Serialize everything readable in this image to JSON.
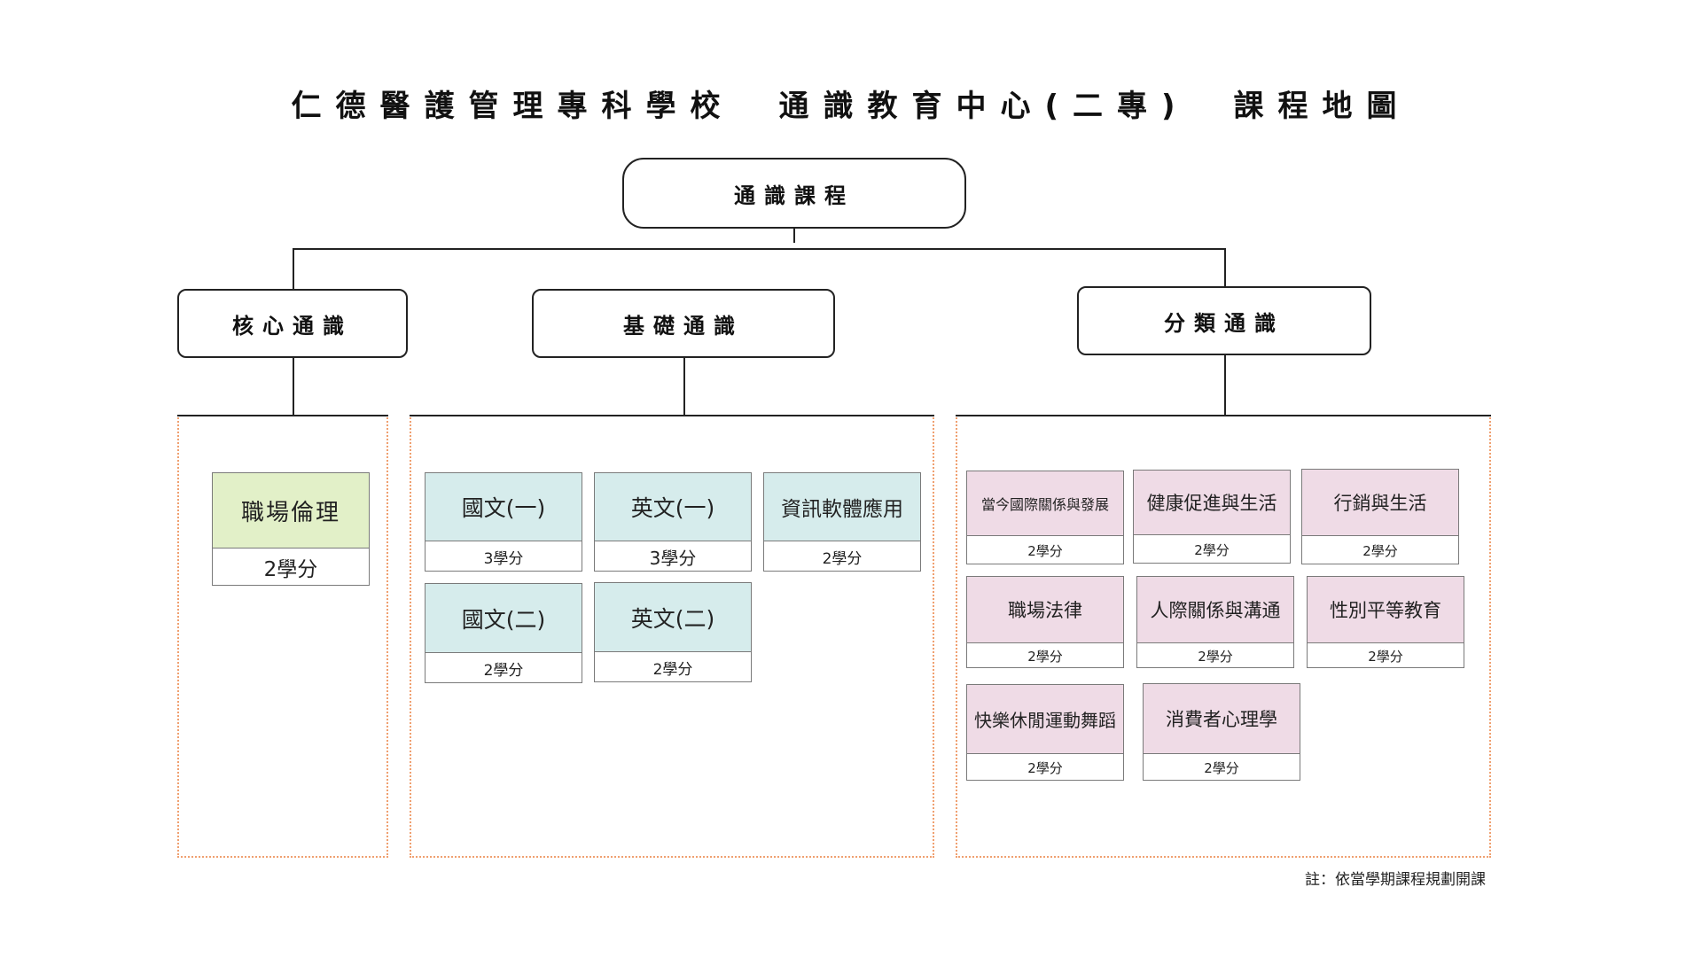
{
  "title": "仁德醫護管理專科學校　通識教育中心(二專)　課程地圖",
  "root": "通識課程",
  "categories": {
    "core": {
      "label": "核心通識",
      "courses": [
        {
          "name": "職場倫理",
          "credits": "2學分"
        }
      ]
    },
    "basic": {
      "label": "基礎通識",
      "courses": [
        {
          "name": "國文(一)",
          "credits": "3學分"
        },
        {
          "name": "英文(一)",
          "credits": "3學分"
        },
        {
          "name": "資訊軟體應用",
          "credits": "2學分"
        },
        {
          "name": "國文(二)",
          "credits": "2學分"
        },
        {
          "name": "英文(二)",
          "credits": "2學分"
        }
      ]
    },
    "classified": {
      "label": "分類通識",
      "courses": [
        {
          "name": "當今國際關係與發展",
          "credits": "2學分"
        },
        {
          "name": "健康促進與生活",
          "credits": "2學分"
        },
        {
          "name": "行銷與生活",
          "credits": "2學分"
        },
        {
          "name": "職場法律",
          "credits": "2學分"
        },
        {
          "name": "人際關係與溝通",
          "credits": "2學分"
        },
        {
          "name": "性別平等教育",
          "credits": "2學分"
        },
        {
          "name": "快樂休閒運動舞蹈",
          "credits": "2學分"
        },
        {
          "name": "消費者心理學",
          "credits": "2學分"
        }
      ]
    }
  },
  "footnote": "註：依當學期課程規劃開課",
  "colors": {
    "core_fill": "#e2f0c8",
    "basic_fill": "#d6ecec",
    "classified_fill": "#efdbe6",
    "panel_border": "#f0a070"
  }
}
